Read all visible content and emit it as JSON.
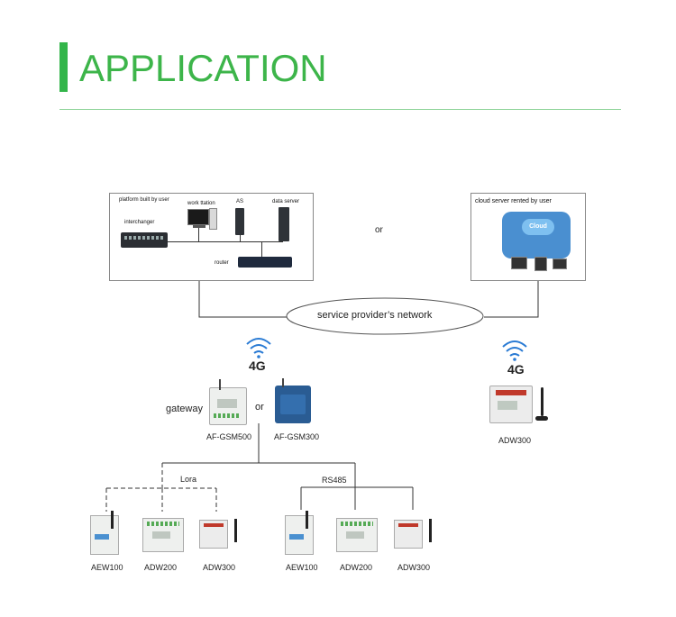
{
  "header": {
    "title": "APPLICATION"
  },
  "server_box": {
    "platform_label": "platform built by user",
    "workstation_label": "work ttation",
    "as_label": "AS",
    "data_server_label": "data server",
    "interchanger_label": "interchanger",
    "router_label": "router"
  },
  "cloud_box": {
    "title": "cloud server rented by user",
    "cloud_label": "Cloud"
  },
  "or_top": "or",
  "network_label": "service provider’s network",
  "left_branch": {
    "signal": "4G",
    "gateway_label": "gateway",
    "or_label": "or",
    "device1": "AF-GSM500",
    "device2": "AF-GSM300"
  },
  "right_branch": {
    "signal": "4G",
    "device": "ADW300"
  },
  "lora_group": {
    "label": "Lora",
    "devices": [
      "AEW100",
      "ADW200",
      "ADW300"
    ]
  },
  "rs485_group": {
    "label": "RS485",
    "devices": [
      "AEW100",
      "ADW200",
      "ADW300"
    ]
  },
  "colors": {
    "accent": "#3db54a",
    "device_blue": "#2a5c93"
  }
}
